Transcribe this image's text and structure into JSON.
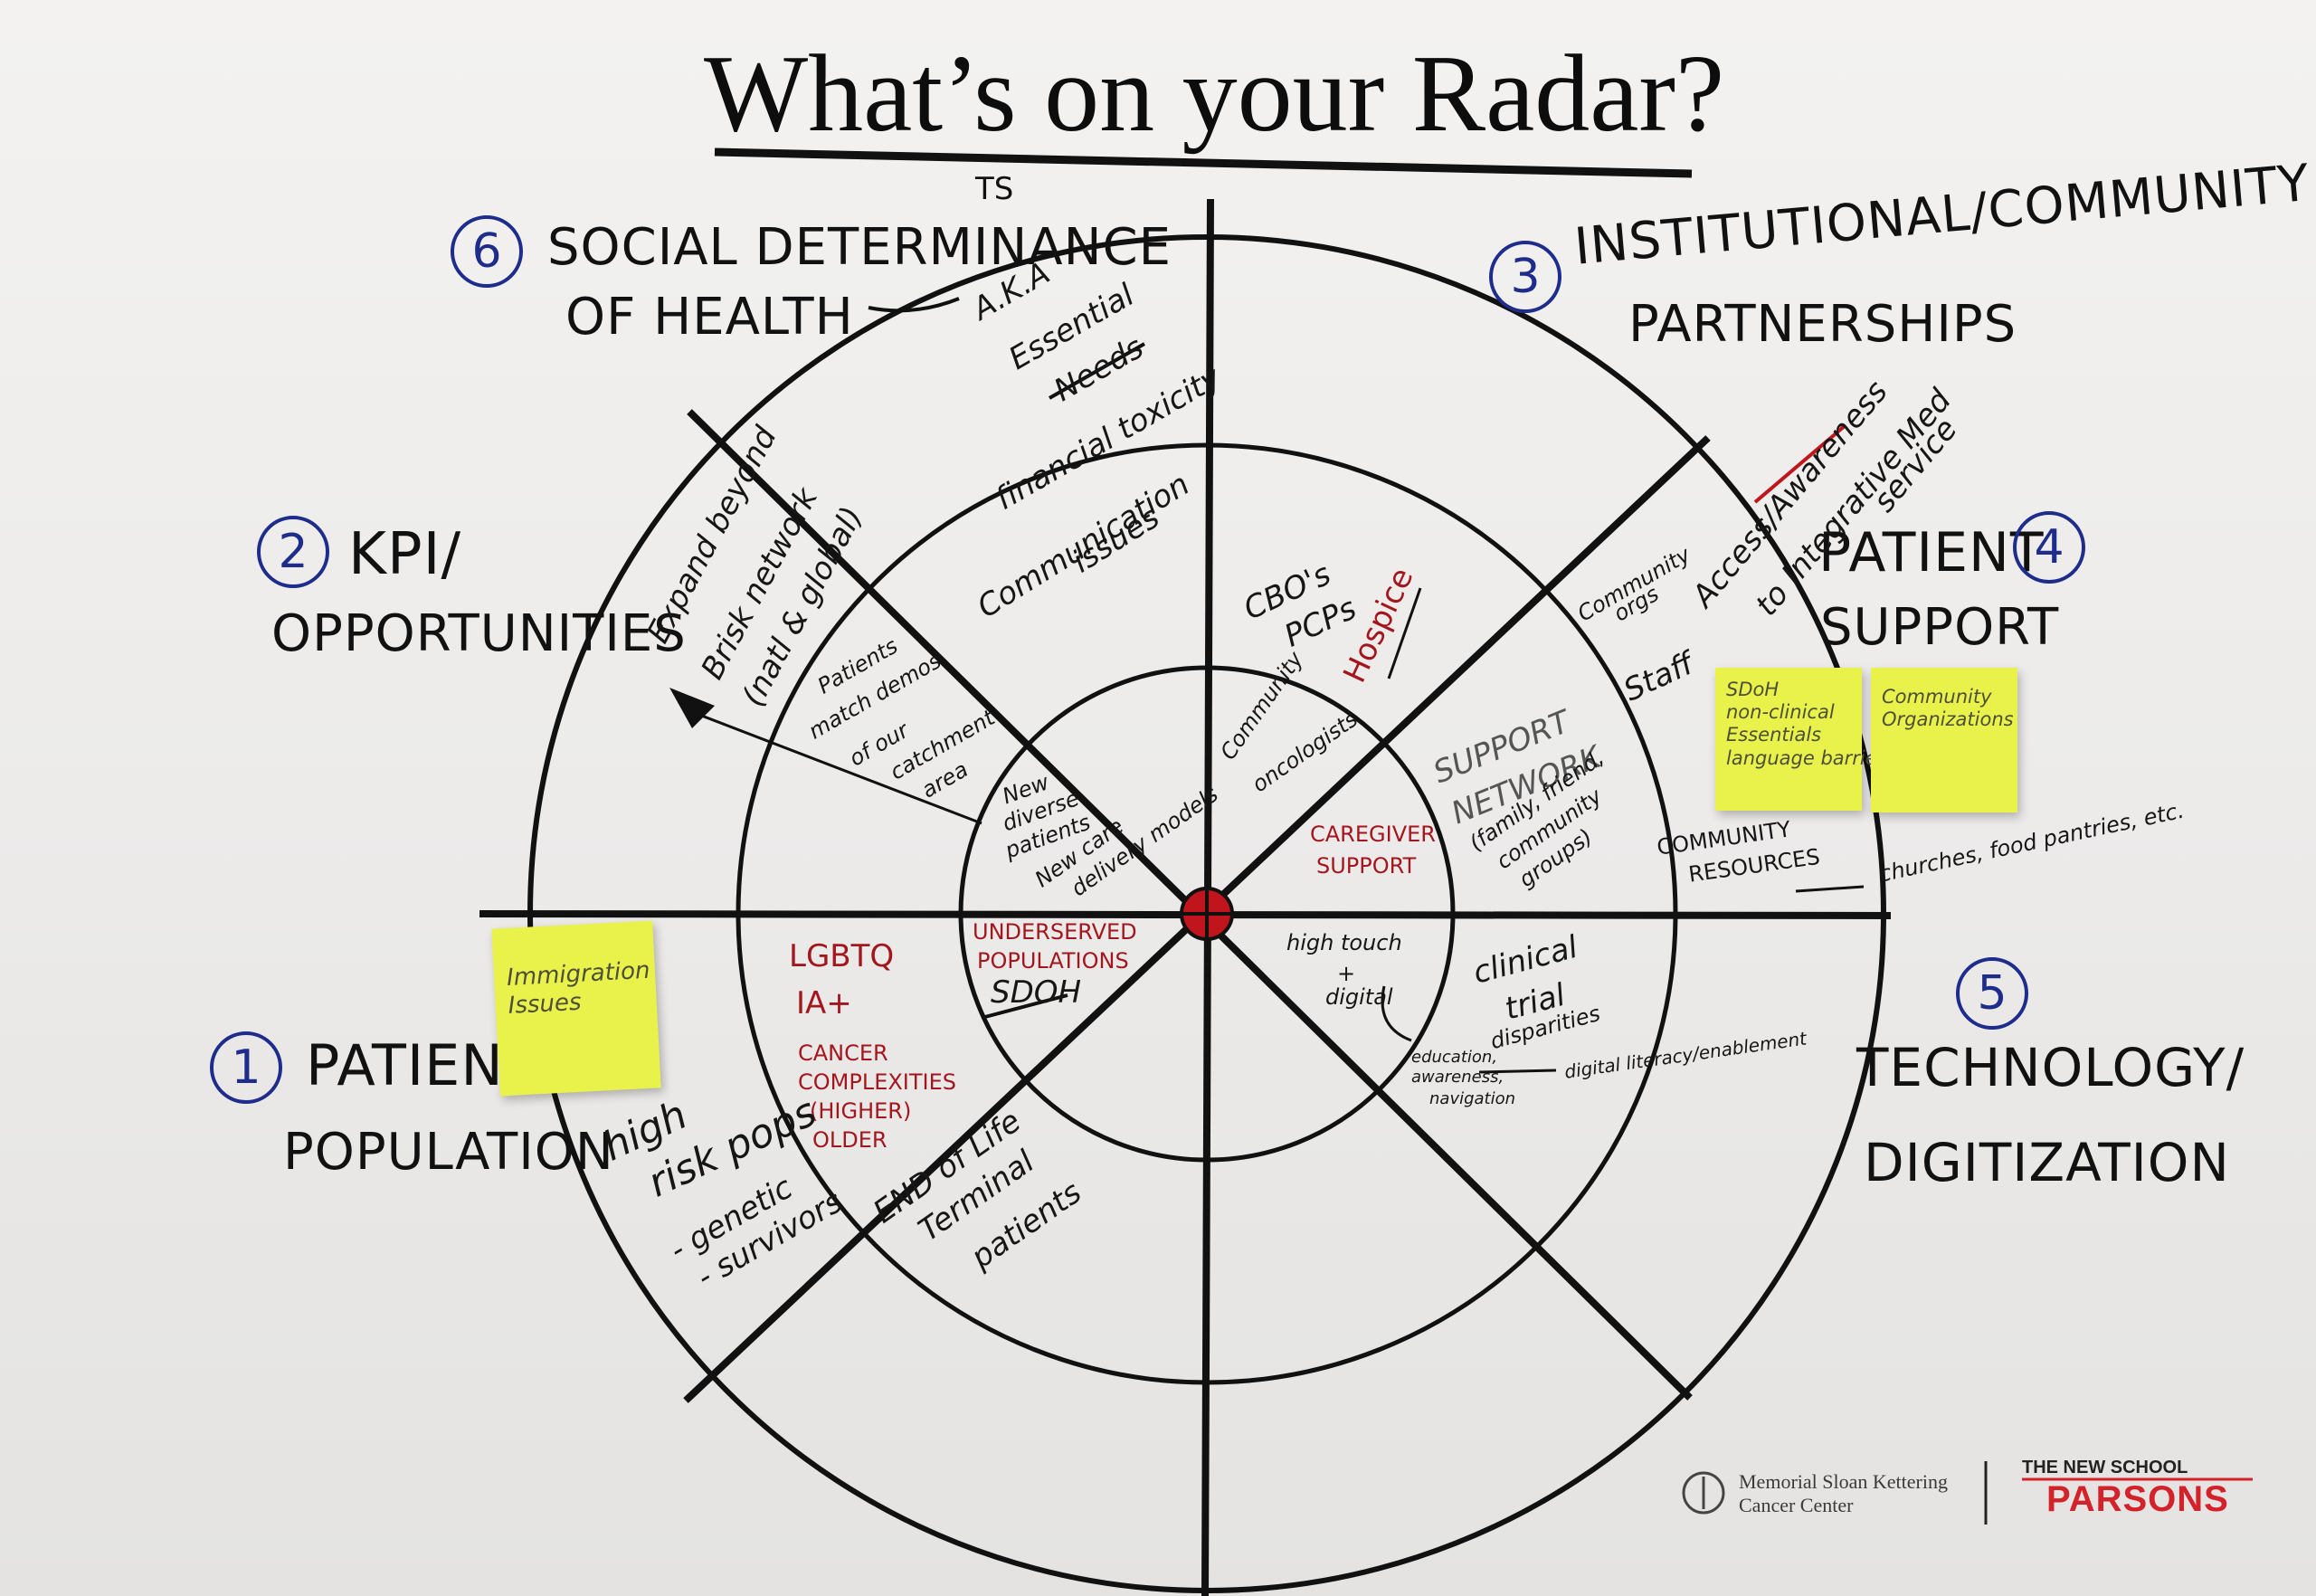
{
  "title": "What’s on your Radar?",
  "colors": {
    "ink": "#111111",
    "blue_ink": "#1e2c8c",
    "red_ink": "#a4161e",
    "sticky": "#e8f24a",
    "board": "#f0efed",
    "brand_red": "#d3222a"
  },
  "categories": [
    {
      "number": "6",
      "lines": [
        "SOCIAL DETERMINANCE",
        "OF HEALTH"
      ],
      "superscript": "TS"
    },
    {
      "number": "3",
      "lines": [
        "INSTITUTIONAL/COMMUNITY",
        "PARTNERSHIPS"
      ]
    },
    {
      "number": "2",
      "lines": [
        "KPI/",
        "OPPORTUNITIES"
      ]
    },
    {
      "number": "4",
      "lines": [
        "PATIENT",
        "SUPPORT"
      ]
    },
    {
      "number": "1",
      "lines": [
        "PATIENT",
        "POPULATION"
      ]
    },
    {
      "number": "5",
      "lines": [
        "TECHNOLOGY/",
        "DIGITIZATION"
      ]
    }
  ],
  "notes": {
    "aka": "A.K.A",
    "essential": "Essential",
    "needs": "Needs",
    "financial": "financial toxicity",
    "communication": "Communication",
    "issues": "issues",
    "expand1": "Expand beyond",
    "expand2": "Brisk network",
    "expand3": "(natl & global)",
    "patients_match": [
      "Patients",
      "match demos",
      "of our",
      "catchment",
      "area"
    ],
    "new_diverse": [
      "New",
      "diverse",
      "patients"
    ],
    "new_care": [
      "New care",
      "delivery models"
    ],
    "cbos": "CBO's",
    "pcps": "PCPs",
    "hospice": "Hospice",
    "community_oncologists": [
      "Community",
      "oncologists"
    ],
    "caregiver_support": [
      "CAREGIVER",
      "SUPPORT"
    ],
    "support_network": [
      "SUPPORT",
      "NETWORK",
      "(family, friend,",
      "community",
      "groups)"
    ],
    "access": "Access/Awareness",
    "integrative": "to Integrative Med",
    "service": "service",
    "community_orgs": [
      "Community",
      "orgs"
    ],
    "staff": "Staff",
    "community_resources": [
      "COMMUNITY",
      "RESOURCES"
    ],
    "churches": "churches, food pantries, etc.",
    "lgbtq": "LGBTQ",
    "ia": "IA+",
    "cancer_complexities": [
      "CANCER",
      "COMPLEXITIES",
      "(HIGHER)",
      "OLDER"
    ],
    "end_of_life": "END of Life",
    "underserved": [
      "UNDERSERVED",
      "POPULATIONS"
    ],
    "sdoh": "SDOH",
    "terminal": [
      "Terminal",
      "patients"
    ],
    "high_risk": [
      "high",
      "risk pops"
    ],
    "genetic": "- genetic",
    "survivors": "- survivors",
    "high_touch": [
      "high touch",
      "+",
      "digital"
    ],
    "clinical_trial": [
      "clinical",
      "trial",
      "disparities"
    ],
    "education": [
      "education,",
      "awareness,",
      "navigation"
    ],
    "digital_literacy": "digital literacy/enablement"
  },
  "stickies": [
    {
      "text": "Immigration\nIssues"
    },
    {
      "text": "SDoH\nnon-clinical\nEssentials\nlanguage barrier"
    },
    {
      "text": "Community\nOrganizations"
    }
  ],
  "logos": {
    "mskcc_line1": "Memorial Sloan Kettering",
    "mskcc_line2": "Cancer Center",
    "new_school": "THE NEW SCHOOL",
    "parsons": "PARSONS"
  }
}
